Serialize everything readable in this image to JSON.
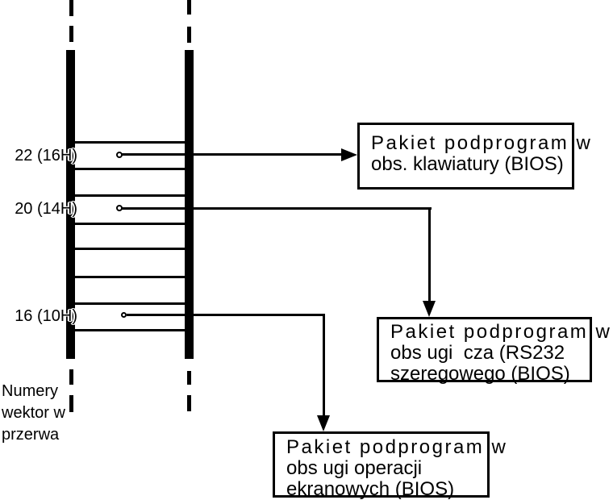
{
  "colors": {
    "ink": "#000000",
    "background": "#ffffff"
  },
  "vector_labels": {
    "v22": "22 (16H)",
    "v20": "20 (14H)",
    "v16": "16 (10H)"
  },
  "caption": {
    "line1": "Numery",
    "line2": "wektor w",
    "line3": "przerwa"
  },
  "boxes": {
    "keyboard": {
      "line1": "Pakiet podprogram w",
      "line2": "obs. klawiatury (BIOS)"
    },
    "serial": {
      "line1": "Pakiet podprogram w",
      "line2": "obs ugi  cza (RS232",
      "line3": "szeregowego (BIOS)"
    },
    "screen": {
      "line1": "Pakiet podprogram w",
      "line2": "obs ugi operacji",
      "line3": "ekranowych (BIOS)"
    }
  }
}
